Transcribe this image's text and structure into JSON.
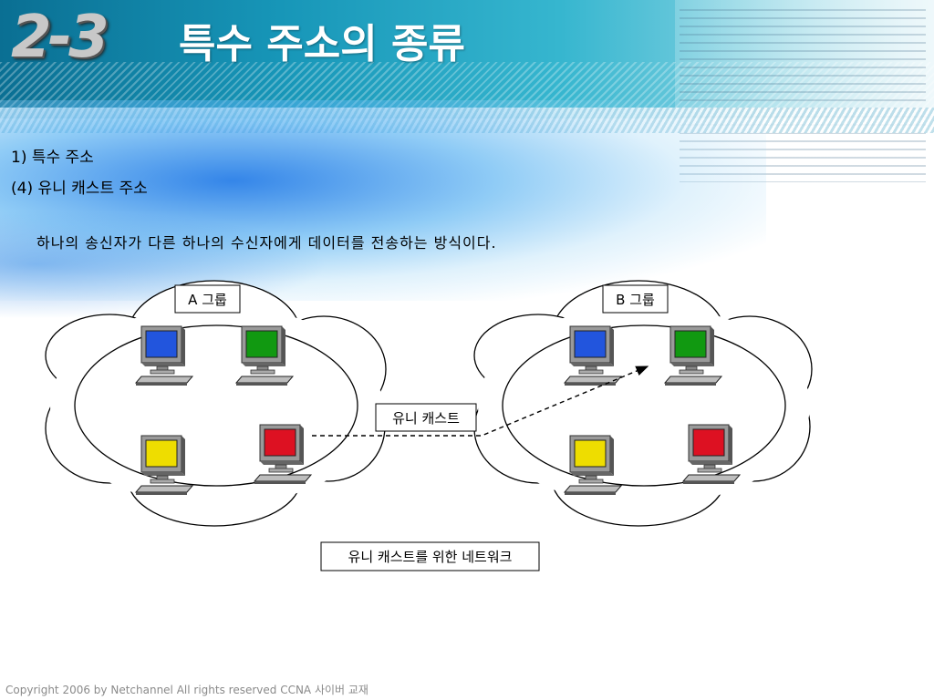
{
  "header": {
    "section_number": "2-3",
    "title": "특수 주소의 종류"
  },
  "content": {
    "heading_1": "1) 특수 주소",
    "heading_2": "(4) 유니 캐스트 주소",
    "description": "하나의 송신자가 다른 하나의 수신자에게 데이터를 전송하는 방식이다."
  },
  "diagram": {
    "group_a_label": "A 그룹",
    "group_b_label": "B 그룹",
    "connection_label": "유니 캐스트",
    "caption": "유니 캐스트를 위한 네트워크",
    "computers": [
      {
        "group": "A",
        "screen_color": "#2255dd"
      },
      {
        "group": "A",
        "screen_color": "#119911"
      },
      {
        "group": "A",
        "screen_color": "#eedd00"
      },
      {
        "group": "A",
        "screen_color": "#dd1122"
      },
      {
        "group": "B",
        "screen_color": "#2255dd"
      },
      {
        "group": "B",
        "screen_color": "#119911"
      },
      {
        "group": "B",
        "screen_color": "#eedd00"
      },
      {
        "group": "B",
        "screen_color": "#dd1122"
      }
    ]
  },
  "footer": {
    "copyright": "Copyright 2006 by Netchannel All rights reserved CCNA 사이버 교재"
  }
}
